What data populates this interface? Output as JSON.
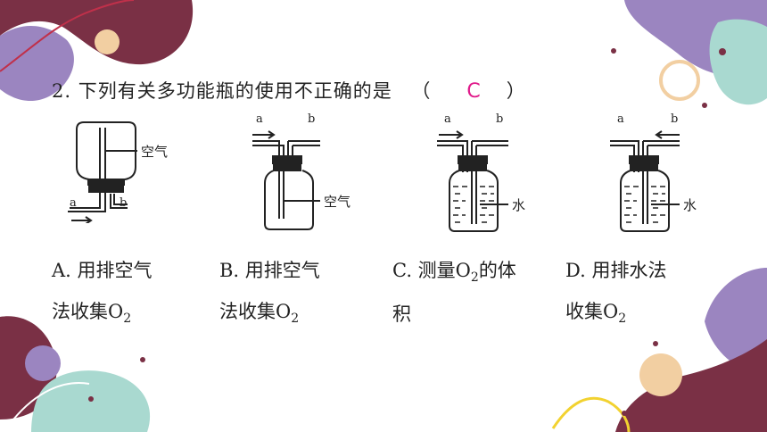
{
  "question": {
    "number": "2.",
    "text": "下列有关多功能瓶的使用不正确的是",
    "open_paren": "（",
    "answer": "C",
    "close_paren": "）",
    "answer_color": "#e0198a"
  },
  "figures": [
    {
      "id": "A",
      "port_a": "a",
      "port_b": "b",
      "label": "空气"
    },
    {
      "id": "B",
      "port_a": "a",
      "port_b": "b",
      "label": "空气"
    },
    {
      "id": "C",
      "port_a": "a",
      "port_b": "b",
      "label": "水"
    },
    {
      "id": "D",
      "port_a": "a",
      "port_b": "b",
      "label": "水"
    }
  ],
  "options": [
    {
      "line1": "A. 用排空气",
      "line2_pre": "法收集O",
      "line2_sub": "2",
      "line2_post": ""
    },
    {
      "line1": "B. 用排空气",
      "line2_pre": "法收集O",
      "line2_sub": "2",
      "line2_post": ""
    },
    {
      "line1_pre": "C. 测量O",
      "line1_sub": "2",
      "line1_post": "的体",
      "line2": "积"
    },
    {
      "line1": "D. 用排水法",
      "line2_pre": "收集O",
      "line2_sub": "2",
      "line2_post": ""
    }
  ],
  "colors": {
    "maroon": "#7a3045",
    "purple": "#9b85c0",
    "mint": "#a9d9d0",
    "peach": "#f2cfa2",
    "yellow": "#f2d230"
  }
}
